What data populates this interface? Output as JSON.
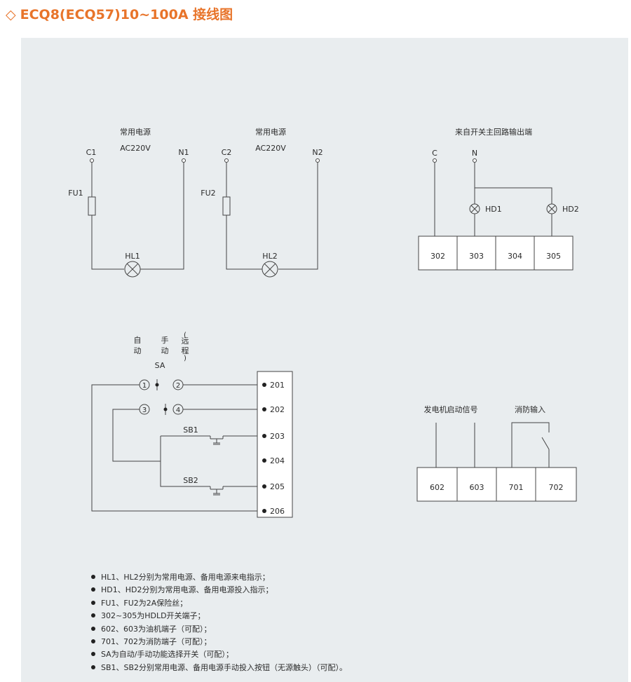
{
  "title": "ECQ8(ECQ57)10~100A 接线图",
  "diagram": {
    "power1": {
      "label": "常用电源",
      "voltage": "AC220V",
      "c": "C1",
      "n": "N1",
      "fuse": "FU1",
      "lamp": "HL1"
    },
    "power2": {
      "label": "常用电源",
      "voltage": "AC220V",
      "c": "C2",
      "n": "N2",
      "fuse": "FU2",
      "lamp": "HL2"
    },
    "main_circuit": {
      "label": "来自开关主回路输出端",
      "c": "C",
      "n": "N",
      "hd1": "HD1",
      "hd2": "HD2",
      "terminals": [
        "302",
        "303",
        "304",
        "305"
      ]
    },
    "selector": {
      "auto": "自动",
      "manual": "手动",
      "remote": "(远程)",
      "sa": "SA",
      "c1": "1",
      "c2": "2",
      "c3": "3",
      "c4": "4",
      "sb1": "SB1",
      "sb2": "SB2",
      "terminals": [
        "201",
        "202",
        "203",
        "204",
        "205",
        "206"
      ]
    },
    "generator": {
      "gen_label": "发电机启动信号",
      "fire_label": "消防输入",
      "terminals": [
        "602",
        "603",
        "701",
        "702"
      ]
    }
  },
  "notes": [
    "HL1、HL2分别为常用电源、备用电源来电指示；",
    "HD1、HD2分别为常用电源、备用电源投入指示；",
    "FU1、FU2为2A保险丝；",
    "302~305为HDLD开关端子；",
    "602、603为油机端子（可配）；",
    "701、702为消防端子（可配）；",
    "SA为自动/手动功能选择开关（可配）；",
    "SB1、SB2分别常用电源、备用电源手动投入按钮（无源触头）（可配）。"
  ]
}
